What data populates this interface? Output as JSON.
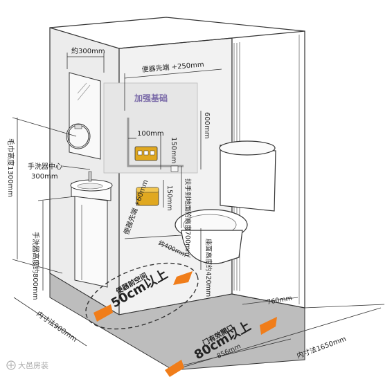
{
  "colors": {
    "wall": "#ececec",
    "floor": "#bdbdbd",
    "reinforce_panel": "#e6e6e6",
    "accent_orange": "#f07d1a",
    "gold": "#e0a820",
    "outline": "#333333",
    "reinforce_text": "#7a6aa8"
  },
  "labels": {
    "top_width": "約300mm",
    "toilet_front_250": "便器先端 +250mm",
    "reinforce_base": "加强基础",
    "dim_100": "100mm",
    "dim_150": "150mm",
    "dim_600": "600mm",
    "handrail_note": "扶手到地面的高度700mm",
    "paper_150": "150mm",
    "washbasin_center": "手洗器中心",
    "washbasin_300": "300mm",
    "towel_height": "毛巾高度1300mm",
    "basin_height": "手洗器高度约800mm",
    "toilet_front_60": "便器先端 +60mm",
    "dim_400": "约400mm",
    "seat_height": "座面高度约420mm",
    "toilet_space": "便器前空间",
    "toilet_space_value": "50cm以上",
    "door_width": "门有效開口",
    "door_width_value": "80cm以上",
    "dim_856": "856mm",
    "dim_760": "760mm",
    "inner_900": "内寸法900mm",
    "inner_1650": "内寸法1650mm",
    "watermark": "大邑房装"
  },
  "icons": {
    "towel_ring": "towel-ring-icon",
    "mirror": "mirror-icon",
    "paper_holder": "paper-holder-icon",
    "control_panel": "control-panel-icon",
    "watermark_logo": "logo-icon"
  }
}
